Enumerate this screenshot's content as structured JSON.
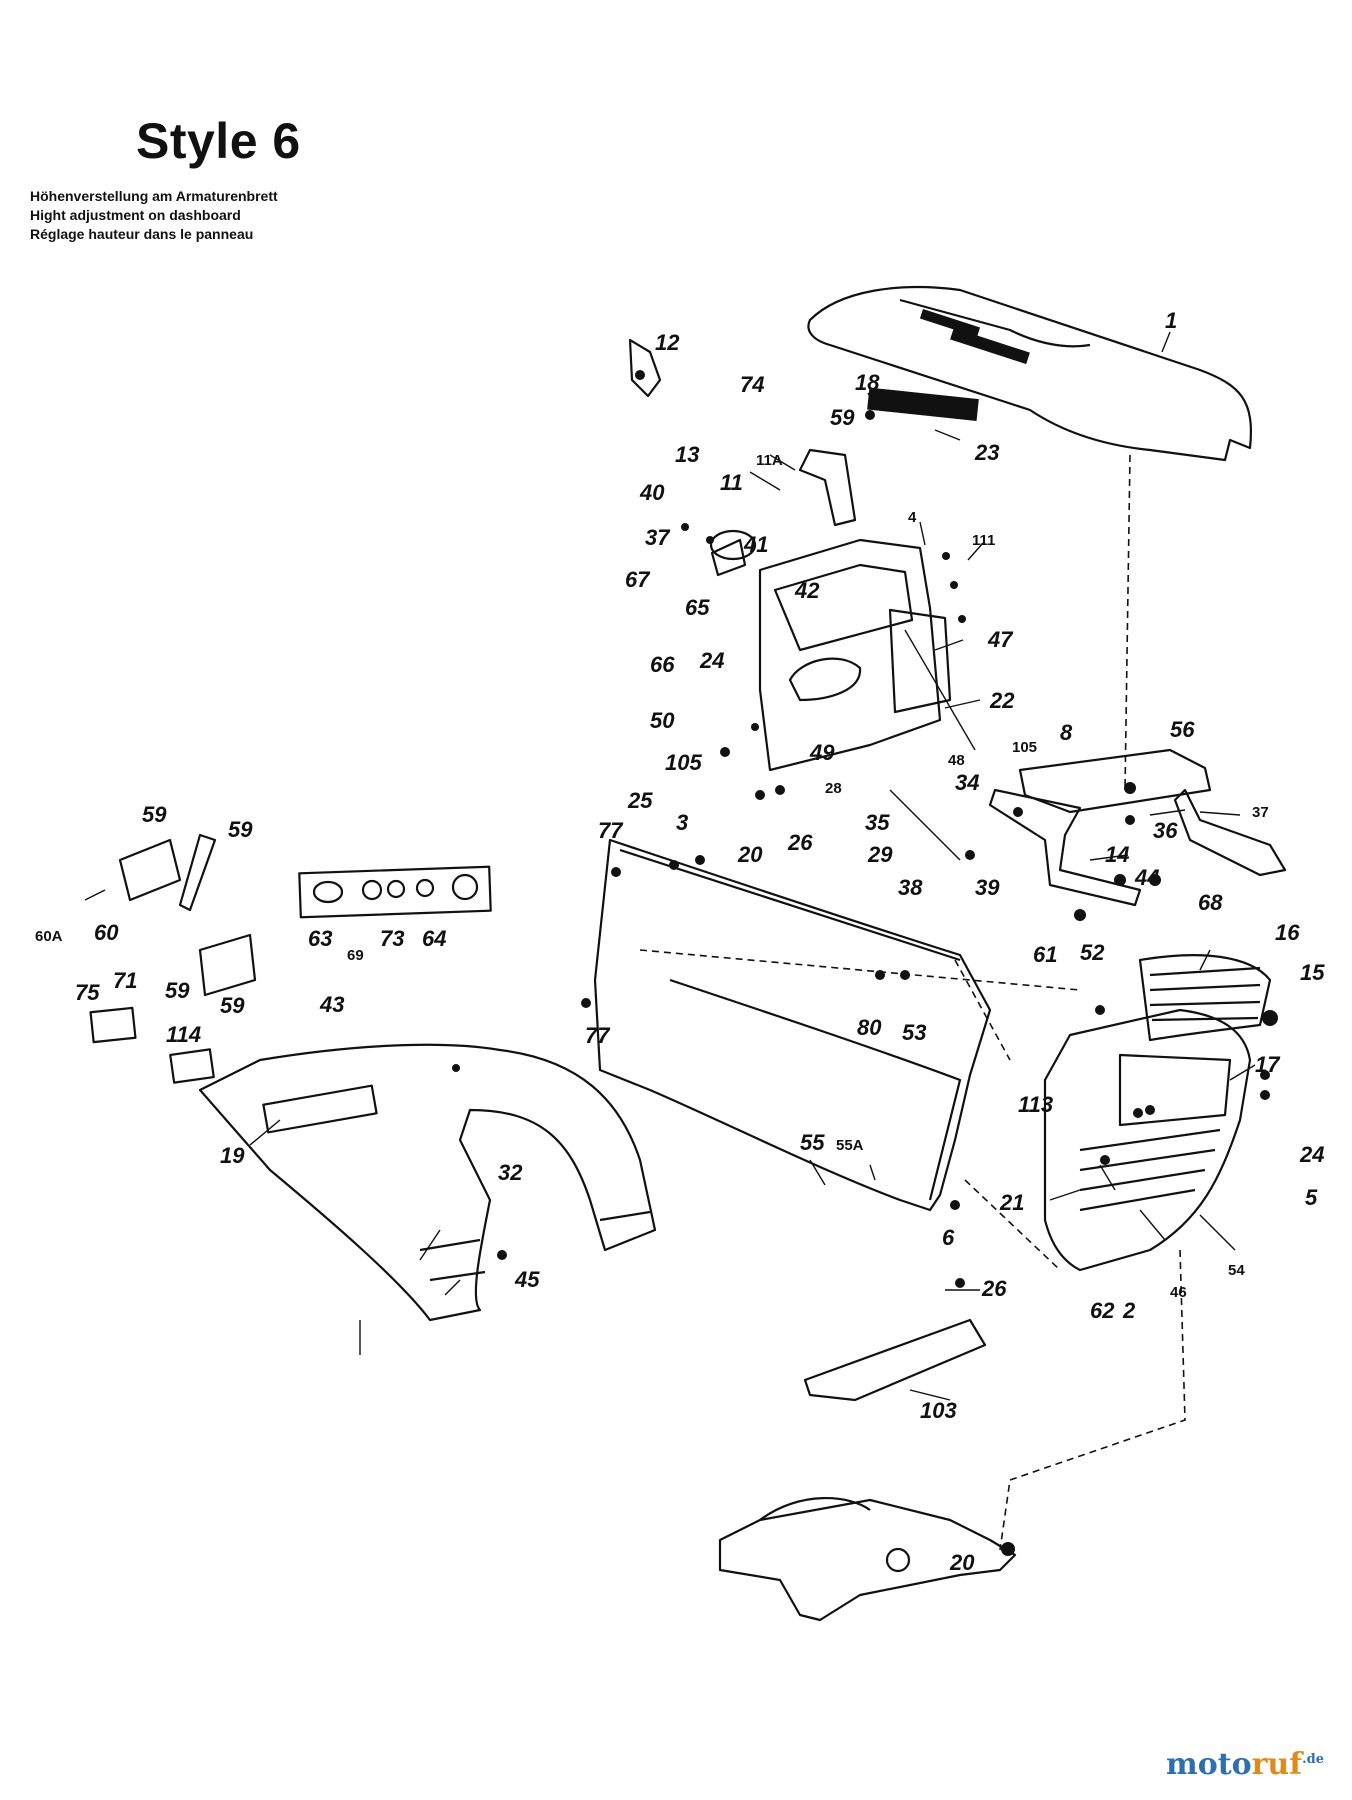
{
  "header": {
    "title": "Style 6",
    "subtitle_de": "Höhenverstellung am Armaturenbrett",
    "subtitle_en": "Hight adjustment on dashboard",
    "subtitle_fr": "Réglage hauteur dans le panneau"
  },
  "watermark": {
    "part1": "moto",
    "part2": "ruf",
    "part3": ".de"
  },
  "labels": {
    "l1": "1",
    "l2": "2",
    "l3": "3",
    "l4": "4",
    "l5": "5",
    "l6": "6",
    "l8": "8",
    "l11": "11",
    "l11a": "11A",
    "l12": "12",
    "l13": "13",
    "l14": "14",
    "l15": "15",
    "l16": "16",
    "l17": "17",
    "l18": "18",
    "l19": "19",
    "l20a": "20",
    "l20b": "20",
    "l21": "21",
    "l22": "22",
    "l23": "23",
    "l24a": "24",
    "l24b": "24",
    "l25": "25",
    "l26a": "26",
    "l26b": "26",
    "l28": "28",
    "l29": "29",
    "l32": "32",
    "l34": "34",
    "l35": "35",
    "l36": "36",
    "l37a": "37",
    "l37b": "37",
    "l38": "38",
    "l39": "39",
    "l40": "40",
    "l41": "41",
    "l42": "42",
    "l43": "43",
    "l44": "44",
    "l45": "45",
    "l46": "46",
    "l47": "47",
    "l48": "48",
    "l49": "49",
    "l50": "50",
    "l52": "52",
    "l53": "53",
    "l54": "54",
    "l55": "55",
    "l55a": "55A",
    "l56": "56",
    "l59a": "59",
    "l59b": "59",
    "l59c": "59",
    "l59d": "59",
    "l59e": "59",
    "l60": "60",
    "l60a": "60A",
    "l61": "61",
    "l62": "62",
    "l63": "63",
    "l64": "64",
    "l65": "65",
    "l66": "66",
    "l67": "67",
    "l68": "68",
    "l69": "69",
    "l71": "71",
    "l73": "73",
    "l74": "74",
    "l75": "75",
    "l77a": "77",
    "l77b": "77",
    "l80": "80",
    "l103": "103",
    "l105a": "105",
    "l105b": "105",
    "l111": "111",
    "l113": "113",
    "l114": "114"
  }
}
